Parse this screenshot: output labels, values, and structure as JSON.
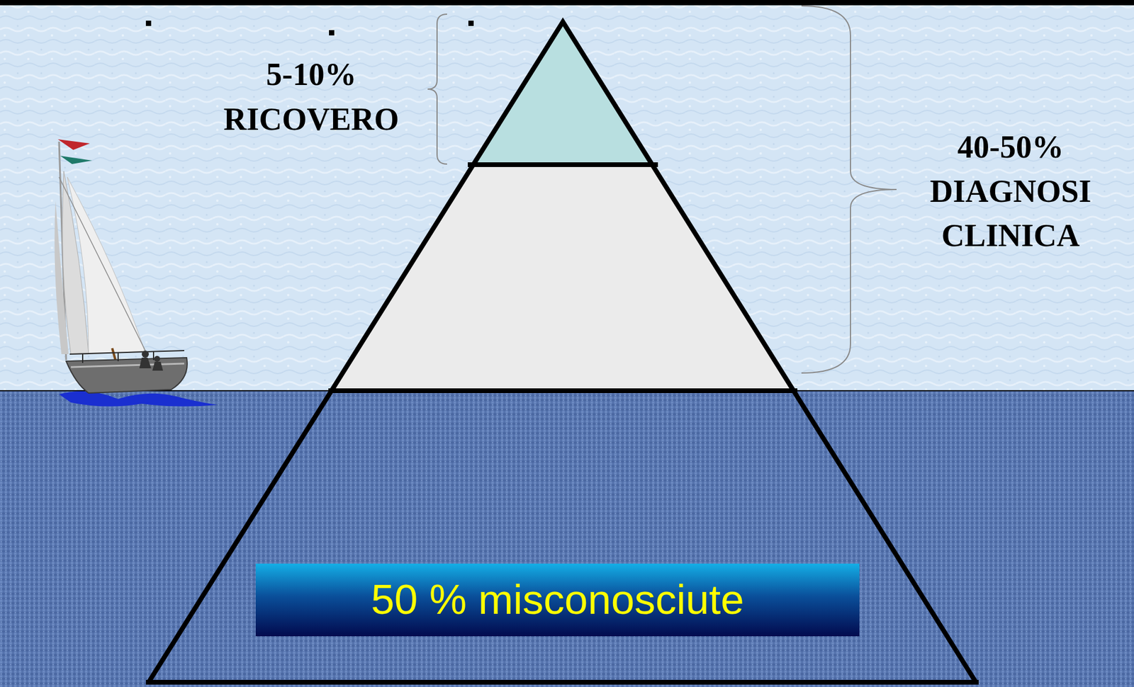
{
  "diagram": {
    "nodes": [
      {
        "text": [
          "50 % misconosciute"
        ]
      }
    ],
    "labels": [
      "5-10% RICOVERO",
      "40-50% DIAGNOSI CLINICA"
    ]
  }
}
